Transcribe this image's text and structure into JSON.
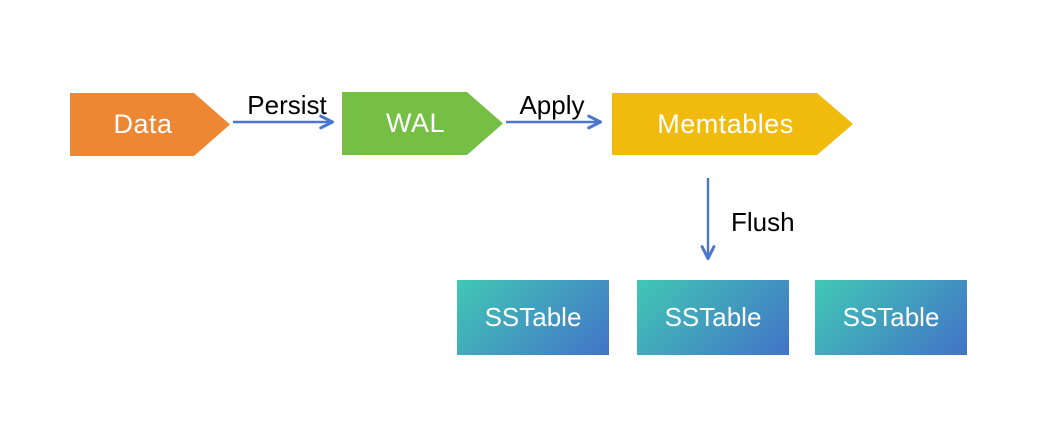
{
  "diagram": {
    "nodes": [
      {
        "id": "data",
        "label": "Data",
        "shape": "pentagon-arrow",
        "color": "#ED8733",
        "text_color": "#FFFFFF"
      },
      {
        "id": "wal",
        "label": "WAL",
        "shape": "pentagon-arrow",
        "color": "#75BF45",
        "text_color": "#FFFFFF"
      },
      {
        "id": "memtables",
        "label": "Memtables",
        "shape": "pentagon-arrow",
        "color": "#F0BB0D",
        "text_color": "#FFFFFF"
      },
      {
        "id": "sstable-1",
        "label": "SSTable",
        "shape": "rect",
        "gradient_start": "#41C8B4",
        "gradient_end": "#4273C8",
        "text_color": "#FFFFFF"
      },
      {
        "id": "sstable-2",
        "label": "SSTable",
        "shape": "rect",
        "gradient_start": "#41C8B4",
        "gradient_end": "#4273C8",
        "text_color": "#FFFFFF"
      },
      {
        "id": "sstable-3",
        "label": "SSTable",
        "shape": "rect",
        "gradient_start": "#41C8B4",
        "gradient_end": "#4273C8",
        "text_color": "#FFFFFF"
      }
    ],
    "edges": [
      {
        "from": "data",
        "to": "wal",
        "label": "Persist",
        "direction": "right",
        "color": "#4A77CD"
      },
      {
        "from": "wal",
        "to": "memtables",
        "label": "Apply",
        "direction": "right",
        "color": "#4A77CD"
      },
      {
        "from": "memtables",
        "to": "sstables",
        "label": "Flush",
        "direction": "down",
        "color": "#4A77CD"
      }
    ],
    "colors": {
      "background": "#FFFFFF",
      "arrow": "#4A77CD",
      "edge_label_text": "#000000"
    }
  }
}
